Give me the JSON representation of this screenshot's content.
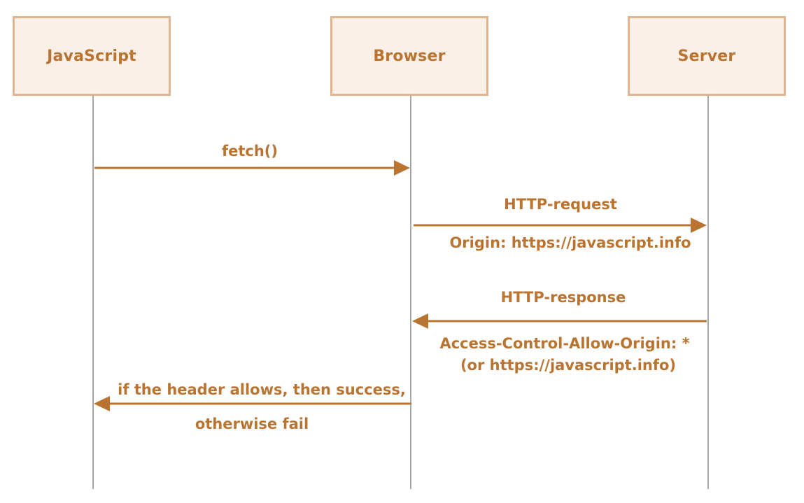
{
  "colors": {
    "accent": "#b87430",
    "box_fill": "#fbf0e8",
    "box_border": "#dfb48f",
    "lifeline": "#8c8c8c"
  },
  "actors": [
    {
      "label": "JavaScript"
    },
    {
      "label": "Browser"
    },
    {
      "label": "Server"
    }
  ],
  "messages": {
    "fetch": {
      "label": "fetch()"
    },
    "request": {
      "label": "HTTP-request",
      "header": "Origin: https://javascript.info"
    },
    "response": {
      "label": "HTTP-response",
      "header": "Access-Control-Allow-Origin: *",
      "header_alt": "(or https://javascript.info)"
    },
    "result": {
      "line1": "if the header allows, then success,",
      "line2": "otherwise fail"
    }
  }
}
